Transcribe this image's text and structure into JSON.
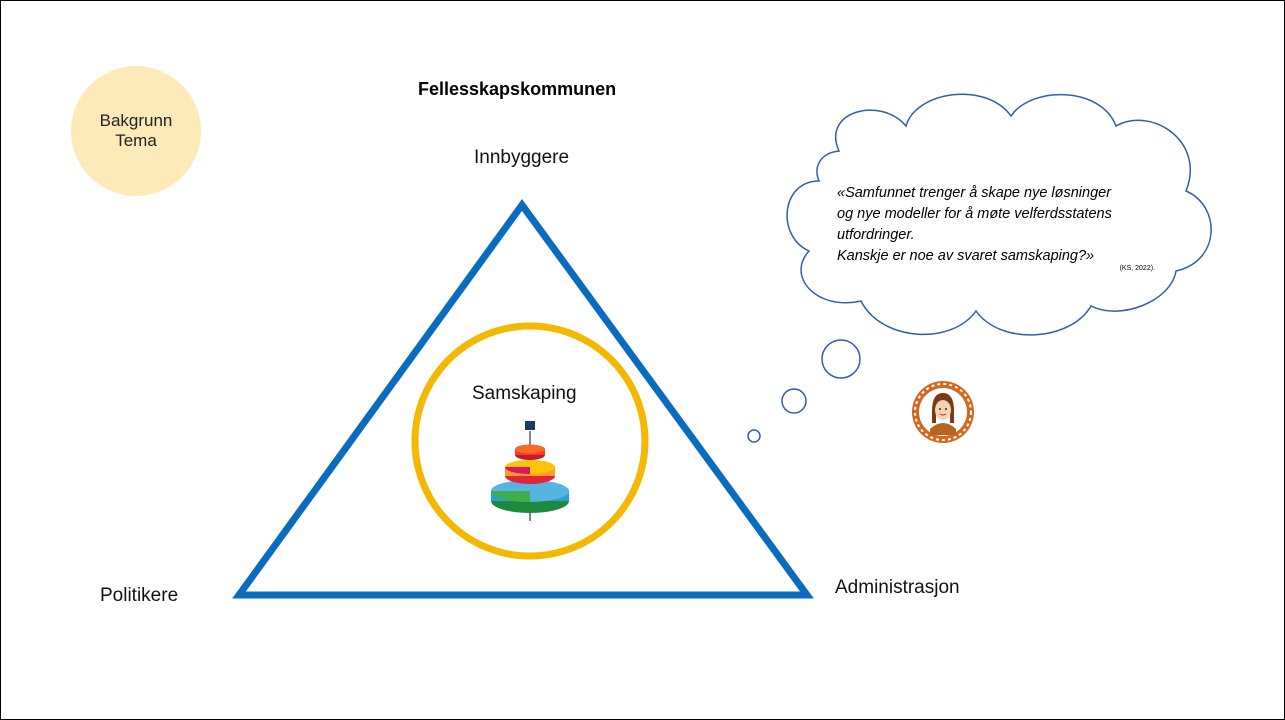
{
  "badge": {
    "line1": "Bakgrunn",
    "line2": "Tema"
  },
  "title": "Fellesskapskommunen",
  "triangle": {
    "top_label": "Innbyggere",
    "left_label": "Politikere",
    "right_label": "Administrasjon",
    "center_label": "Samskaping"
  },
  "quote": {
    "line1": "«Samfunnet trenger å skape nye løsninger",
    "line2": "og nye modeller for å møte velferdsstatens",
    "line3": "utfordringer.",
    "line4": "Kanskje er noe av svaret samskaping?»",
    "citation": "(KS, 2022)."
  },
  "colors": {
    "triangle": "#0a6cc0",
    "circle": "#f5b800",
    "badge": "#fdeab8",
    "cloud_stroke": "#2e5fa8",
    "avatar_ring": "#d2691e"
  },
  "icons": {
    "sdg_stack": "sdg-wedding-cake-icon",
    "avatar": "woman-avatar-icon"
  }
}
